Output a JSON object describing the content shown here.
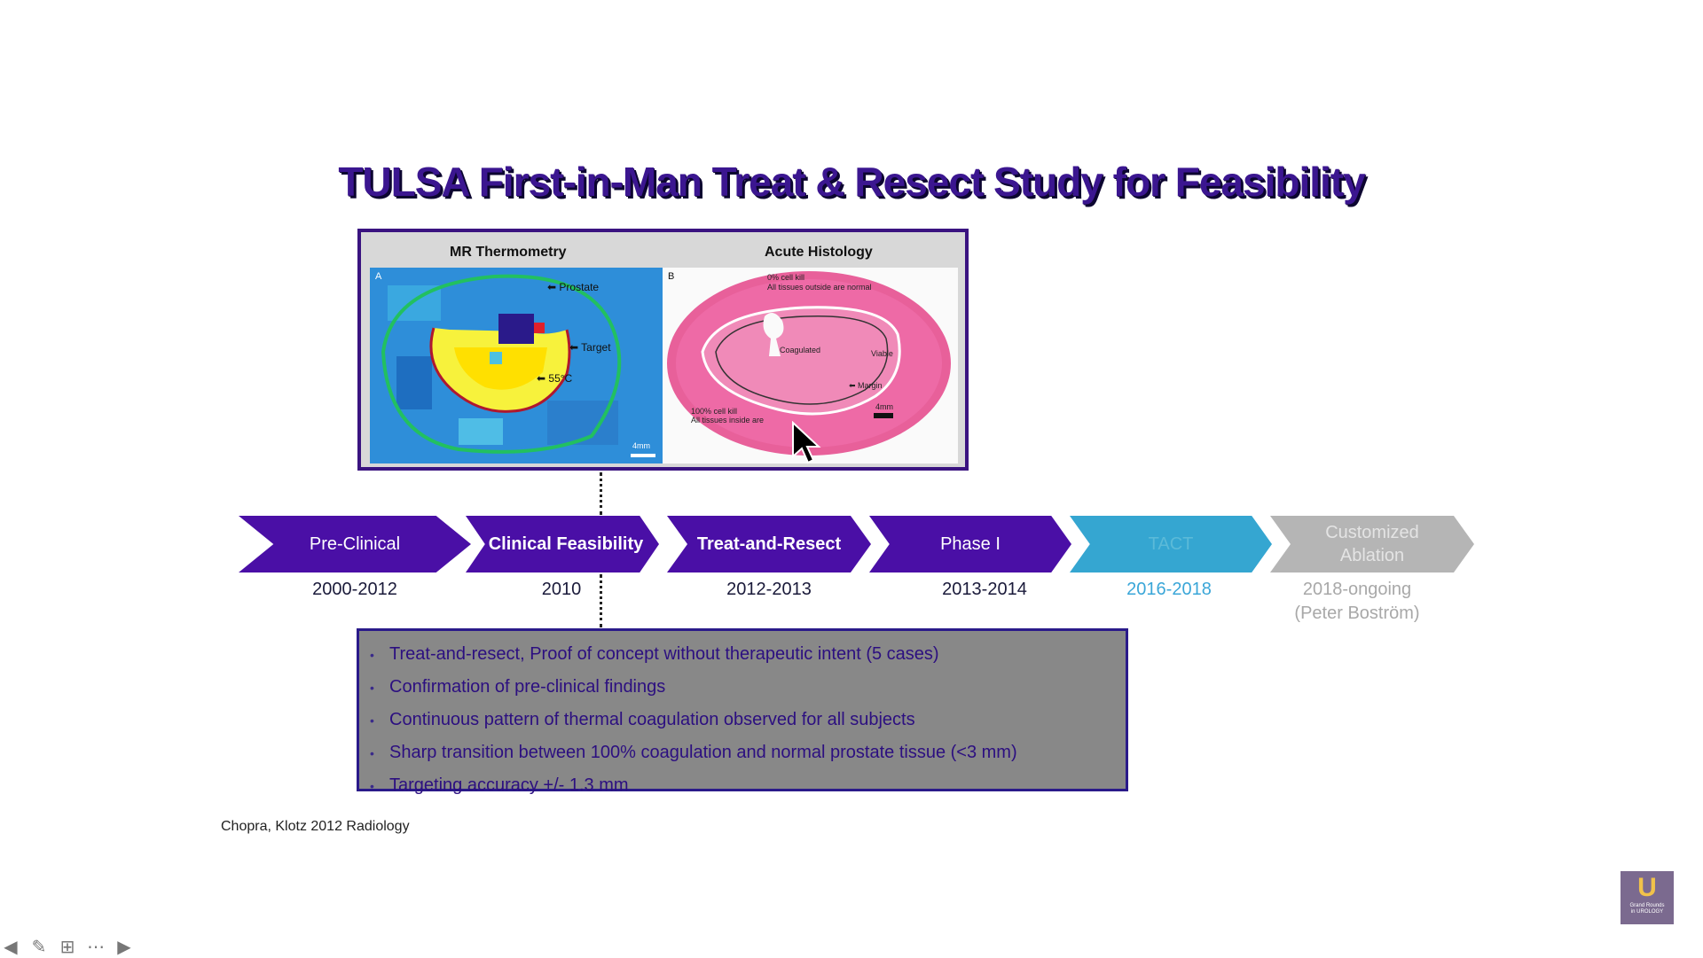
{
  "slide": {
    "title": "TULSA First-in-Man Treat & Resect Study for Feasibility"
  },
  "figure": {
    "left_caption": "MR Thermometry",
    "right_caption": "Acute Histology",
    "panel_a": {
      "letter": "A",
      "labels": {
        "prostate": "Prostate",
        "target": "Target",
        "temp": "55°C",
        "scale": "4mm"
      }
    },
    "panel_b": {
      "letter": "B",
      "labels": {
        "top_note_1": "0% cell kill",
        "top_note_2": "All tissues outside are normal",
        "coagulated": "Coagulated",
        "viable": "Viable",
        "margin": "Margin",
        "bottom_note_1": "100% cell kill",
        "bottom_note_2": "All tissues inside are",
        "scale": "4mm"
      }
    }
  },
  "timeline": {
    "stages": [
      {
        "label": "Pre-Clinical",
        "years": "2000-2012"
      },
      {
        "label": "Clinical Feasibility",
        "years": "2010"
      },
      {
        "label": "Treat-and-Resect",
        "years": "2012-2013"
      },
      {
        "label": "Phase I",
        "years": "2013-2014"
      },
      {
        "label": "TACT",
        "years": "2016-2018"
      },
      {
        "label": "Customized Ablation",
        "years": "2018-ongoing",
        "note": "(Peter Boström)"
      }
    ]
  },
  "bullets": [
    "Treat-and-resect, Proof of concept without therapeutic intent  (5 cases)",
    "Confirmation of pre-clinical findings",
    "Continuous pattern of thermal coagulation observed for all subjects",
    "Sharp transition between 100% coagulation and normal prostate tissue (<3 mm)",
    "Targeting accuracy +/- 1.3 mm"
  ],
  "citation": "Chopra, Klotz 2012 Radiology",
  "logo": {
    "letter": "U",
    "line1": "Grand Rounds",
    "line2": "in UROLOGY"
  },
  "colors": {
    "purple": "#4a0fa6",
    "blue": "#35a6d1",
    "grey": "#b5b5b5",
    "title": "#3b1690"
  }
}
